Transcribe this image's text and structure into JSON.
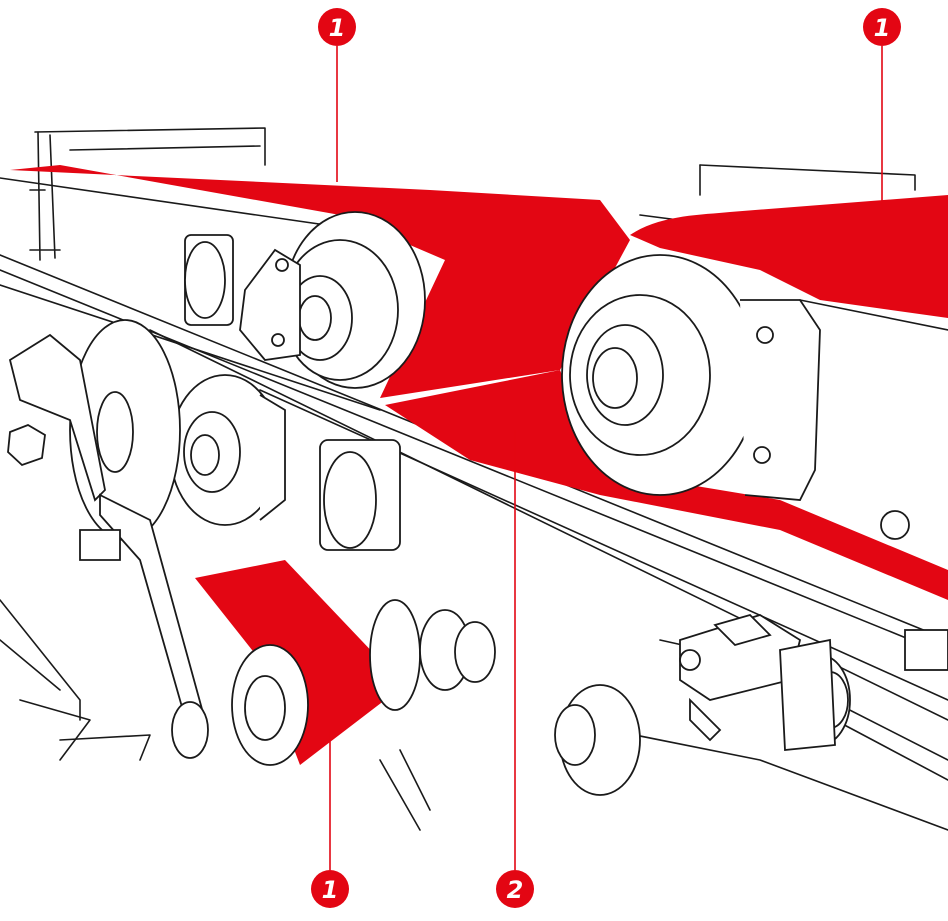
{
  "figure": {
    "colors": {
      "belt": "#e30613",
      "line": "#1a1a1a",
      "badge": "#e30613",
      "badge_text": "#ffffff",
      "background": "#ffffff"
    },
    "callouts": [
      {
        "id": "callout-top-left",
        "number": "1"
      },
      {
        "id": "callout-top-right",
        "number": "1"
      },
      {
        "id": "callout-bottom-left",
        "number": "1"
      },
      {
        "id": "callout-bottom-center",
        "number": "2"
      }
    ]
  }
}
